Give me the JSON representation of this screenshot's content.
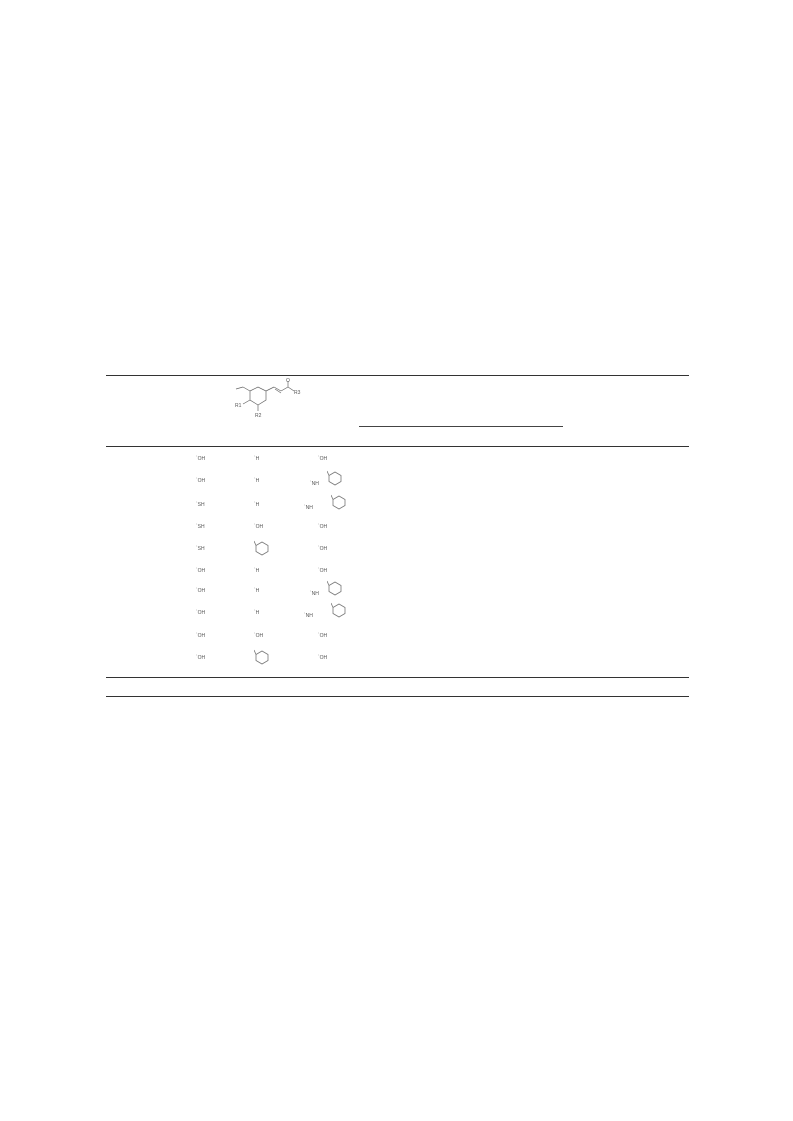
{
  "scaffold": {
    "r1_label": "R1",
    "r2_label": "R2",
    "r3_label": "R3",
    "carbonyl_label": "O"
  },
  "rows": [
    {
      "r1": "OH",
      "r2": "H",
      "r3": "OH"
    },
    {
      "r1": "OH",
      "r2": "H",
      "r3": "NH",
      "r3_ring": true
    },
    {
      "r1": "SH",
      "r2": "H",
      "r3": "NH",
      "r3_ring": true,
      "r3_chain": true
    },
    {
      "r1": "SH",
      "r2": "OH",
      "r3": "OH"
    },
    {
      "r1": "SH",
      "r2": "",
      "r2_ring": true,
      "r3": "OH"
    },
    {
      "r1": "OH",
      "r2": "H",
      "r3": "OH"
    },
    {
      "r1": "OH",
      "r2": "H",
      "r3": "NH",
      "r3_ring": true
    },
    {
      "r1": "OH",
      "r2": "H",
      "r3": "NH",
      "r3_ring": true,
      "r3_chain": true
    },
    {
      "r1": "OH",
      "r2": "OH",
      "r3": "OH"
    },
    {
      "r1": "OH",
      "r2": "",
      "r2_ring": true,
      "r3": "OH"
    }
  ]
}
